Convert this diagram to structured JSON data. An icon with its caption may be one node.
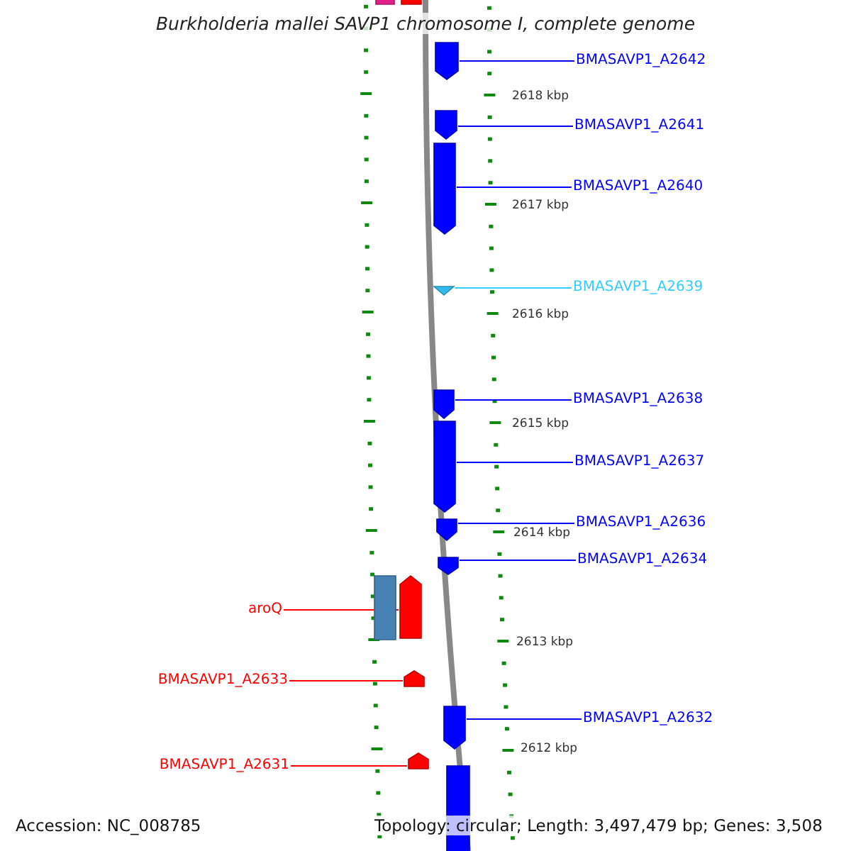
{
  "diagram": {
    "title": "Burkholderia mallei SAVP1 chromosome I, complete genome",
    "nodes": [
      {
        "text": [],
        "shape": "bar"
      },
      {
        "text": [],
        "shape": "bar"
      },
      {
        "text": [
          "BMASAVP1_A2642"
        ]
      },
      {
        "text": [],
        "shape": "bar"
      },
      {
        "text": [
          "BMASAVP1_A2641"
        ]
      },
      {
        "text": [],
        "shape": "bar"
      },
      {
        "text": [
          "BMASAVP1_A2640"
        ]
      },
      {
        "text": [],
        "shape": "bar"
      },
      {
        "text": [
          "BMASAVP1_A2639"
        ]
      },
      {
        "text": [],
        "shape": "bar"
      },
      {
        "text": [
          "BMASAVP1_A2638"
        ]
      },
      {
        "text": [],
        "shape": "bar"
      },
      {
        "text": [
          "BMASAVP1_A2637"
        ]
      },
      {
        "text": [],
        "shape": "bar"
      },
      {
        "text": [
          "BMASAVP1_A2636"
        ]
      },
      {
        "text": [],
        "shape": "bar"
      },
      {
        "text": [
          "BMASAVP1_A2634"
        ]
      },
      {
        "text": [],
        "shape": "bar"
      },
      {
        "text": [
          "aroQ"
        ]
      },
      {
        "text": [],
        "shape": "bar"
      },
      {
        "text": [],
        "shape": "bar"
      },
      {
        "text": [
          "BMASAVP1_A2633"
        ]
      },
      {
        "text": [],
        "shape": "bar"
      },
      {
        "text": [
          "BMASAVP1_A2632"
        ]
      },
      {
        "text": [],
        "shape": "bar"
      },
      {
        "text": [
          "BMASAVP1_A2631"
        ]
      },
      {
        "text": [],
        "shape": "bar"
      },
      {
        "text": [],
        "shape": "bar"
      }
    ],
    "edges": [
      {
        "from": 2,
        "to": 3,
        "arrow": "none"
      },
      {
        "from": 4,
        "to": 5,
        "arrow": "none"
      },
      {
        "from": 6,
        "to": 7,
        "arrow": "none"
      },
      {
        "from": 8,
        "to": 9,
        "arrow": "none",
        "color": "#33ccff"
      },
      {
        "from": 10,
        "to": 11,
        "arrow": "none"
      },
      {
        "from": 12,
        "to": 13,
        "arrow": "none"
      },
      {
        "from": 14,
        "to": 15,
        "arrow": "none"
      },
      {
        "from": 16,
        "to": 17,
        "arrow": "none"
      },
      {
        "from": 18,
        "to": 20,
        "arrow": "none",
        "color": "#ff0000"
      },
      {
        "from": 21,
        "to": 22,
        "arrow": "none",
        "color": "#ff0000"
      },
      {
        "from": 23,
        "to": 24,
        "arrow": "none"
      },
      {
        "from": 25,
        "to": 26,
        "arrow": "none",
        "color": "#ff0000"
      }
    ],
    "labels": [
      "2618 kbp",
      "2617 kbp",
      "2616 kbp",
      "2615 kbp",
      "2614 kbp",
      "2613 kbp",
      "2612 kbp",
      "Accession: NC_008785",
      "Topology: circular; Length: 3,497,479 bp; Genes: 3,508"
    ]
  }
}
